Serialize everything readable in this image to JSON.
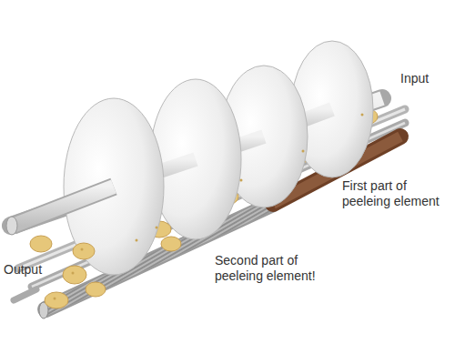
{
  "diagram": {
    "labels": [
      "Input",
      "First part of peeleing element",
      "Second part of peeleing element!",
      "Output"
    ]
  }
}
